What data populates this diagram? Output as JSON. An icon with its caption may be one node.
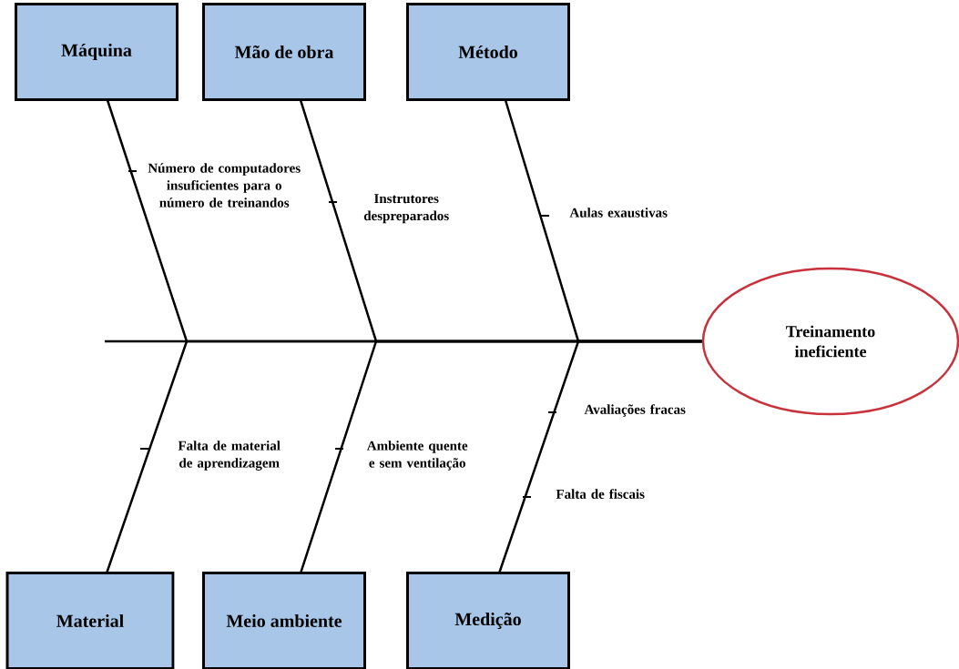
{
  "diagram": {
    "nodes": [
      {
        "text": [
          "Máquina"
        ]
      },
      {
        "text": [
          "Mão de obra"
        ]
      },
      {
        "text": [
          "Método"
        ]
      },
      {
        "text": [
          "Material"
        ]
      },
      {
        "text": [
          "Meio ambiente"
        ]
      },
      {
        "text": [
          "Medição"
        ]
      },
      {
        "text": [
          "Treinamento ineficiente"
        ]
      }
    ],
    "edges": [
      {
        "from": 0,
        "to": 6,
        "arrow": "none"
      },
      {
        "from": 1,
        "to": 6,
        "arrow": "none"
      },
      {
        "from": 2,
        "to": 6,
        "arrow": "none"
      },
      {
        "from": 3,
        "to": 6,
        "arrow": "none"
      },
      {
        "from": 4,
        "to": 6,
        "arrow": "none"
      },
      {
        "from": 5,
        "to": 6,
        "arrow": "none"
      }
    ],
    "labels": [
      "Número de computadores insuficientes para o número de treinandos",
      "Instrutores despreparados",
      "Aulas exaustivas",
      "Avaliações fracas",
      "Falta de material de aprendizagem",
      "Ambiente quente e sem ventilação",
      "Falta de fiscais"
    ]
  }
}
